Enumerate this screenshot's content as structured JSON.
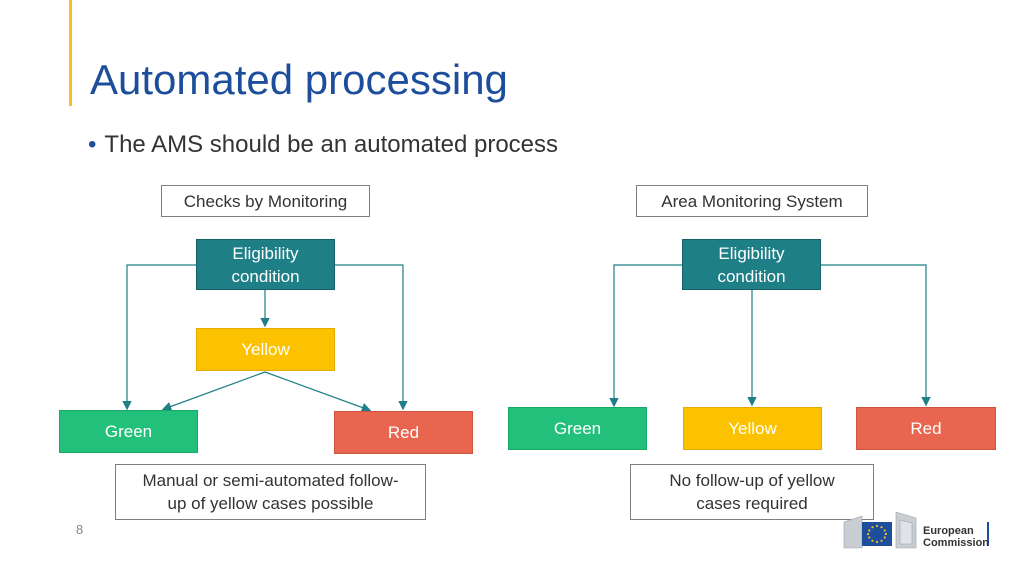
{
  "slide": {
    "title": "Automated processing",
    "bullet": "The AMS should be an automated process",
    "page_number": "8"
  },
  "left": {
    "heading": "Checks by Monitoring",
    "eligibility_line1": "Eligibility",
    "eligibility_line2": "condition",
    "yellow": "Yellow",
    "green": "Green",
    "red": "Red",
    "note_line1": "Manual or semi-automated follow-",
    "note_line2": "up of yellow cases possible"
  },
  "right": {
    "heading": "Area Monitoring System",
    "eligibility_line1": "Eligibility",
    "eligibility_line2": "condition",
    "green": "Green",
    "yellow": "Yellow",
    "red": "Red",
    "note_line1": "No follow-up of yellow",
    "note_line2": "cases required"
  },
  "logo": {
    "line1": "European",
    "line2": "Commission"
  },
  "colors": {
    "title": "#1d4e9c",
    "accent": "#f0c31e",
    "teal": "#1f7f86",
    "yellow": "#fcc200",
    "green": "#22c07a",
    "red": "#e8654f"
  }
}
